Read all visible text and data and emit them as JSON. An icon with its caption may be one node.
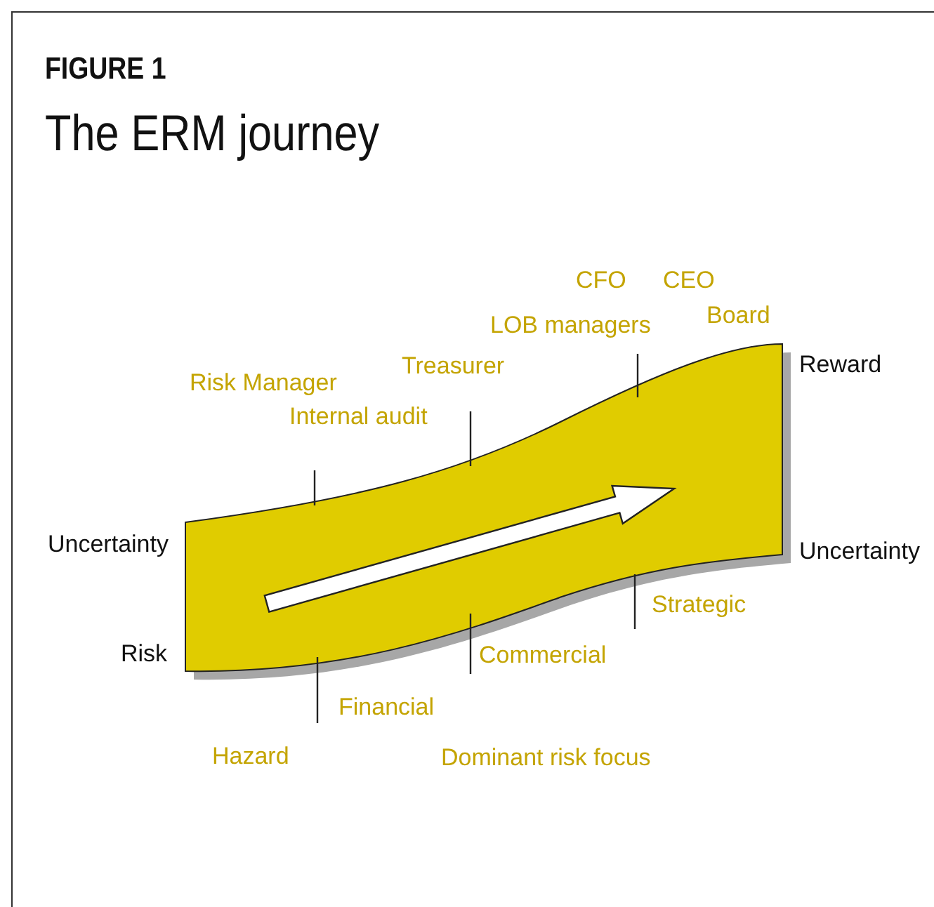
{
  "diagram": {
    "title": "The ERM journey",
    "labels": [
      "FIGURE 1",
      "CFO",
      "CEO",
      "LOB managers",
      "Board",
      "Reward",
      "Risk Manager",
      "Treasurer",
      "Internal audit",
      "Uncertainty",
      "Uncertainty",
      "Strategic",
      "Risk",
      "Commercial",
      "Financial",
      "Hazard",
      "Dominant risk focus"
    ]
  }
}
